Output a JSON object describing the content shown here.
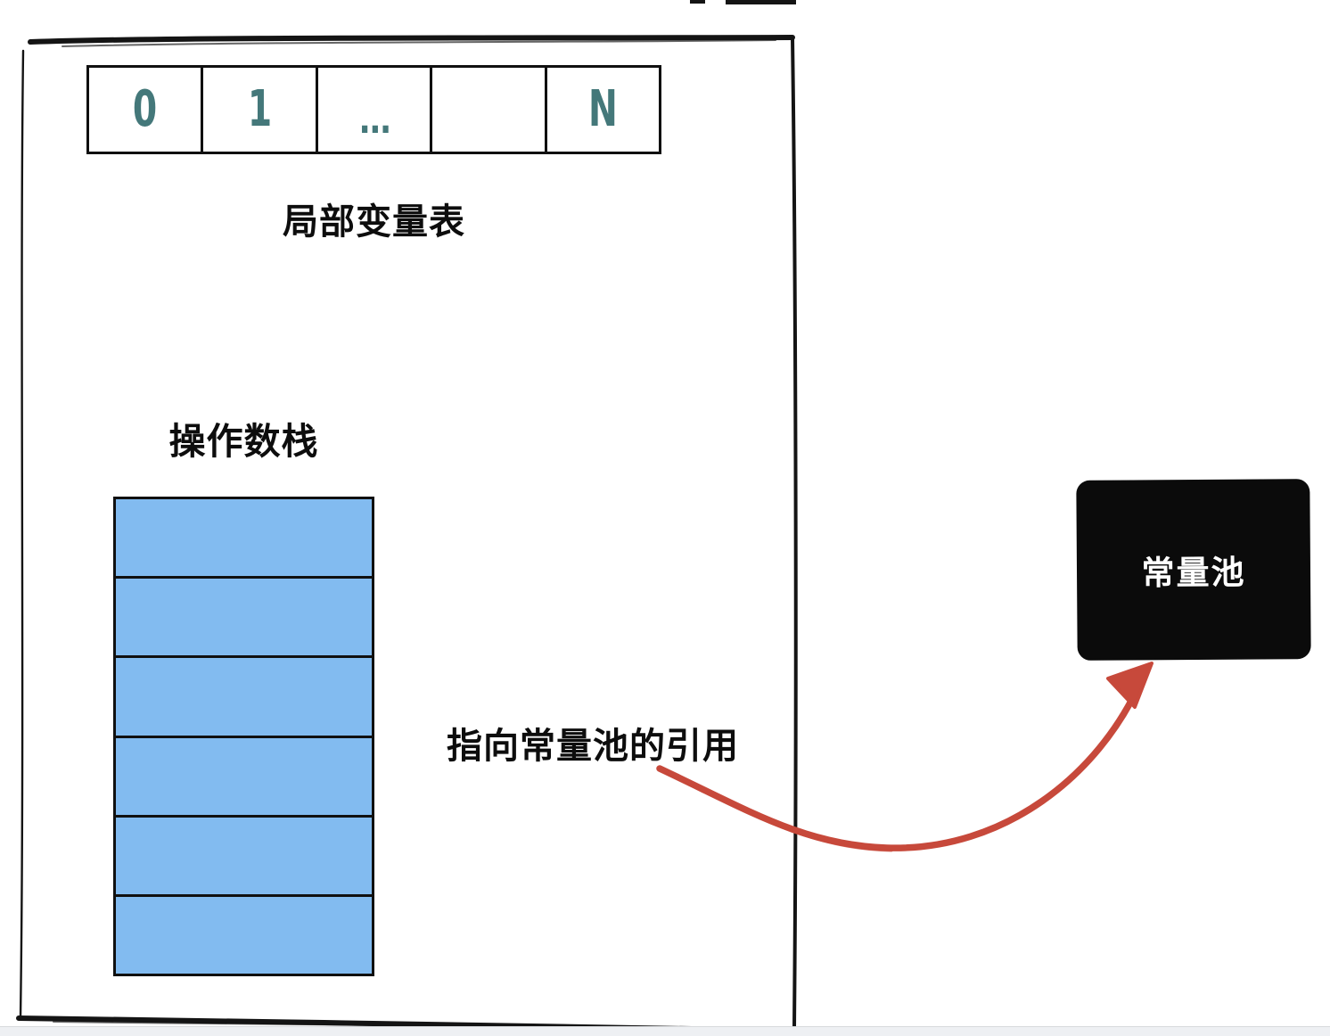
{
  "stack_frame": {
    "local_variable_table": {
      "cells": [
        "0",
        "1",
        "…",
        "",
        "N"
      ],
      "caption": "局部变量表"
    },
    "operand_stack": {
      "caption": "操作数栈",
      "row_count": 6
    }
  },
  "constant_pool": {
    "label": "常量池"
  },
  "reference": {
    "label": "指向常量池的引用"
  },
  "colors": {
    "index_text": "#44787A",
    "stack_fill": "#82BBF0",
    "arrow_red": "#C7493B",
    "pool_background": "#0B0B0B",
    "ink": "#141414"
  }
}
